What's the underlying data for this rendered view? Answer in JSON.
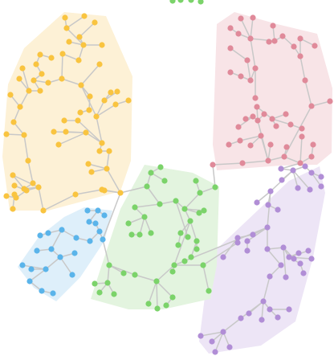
{
  "diagram": {
    "type": "clustered-tree-graph",
    "groups": [
      {
        "id": "yellow",
        "node_color": "#f9c440",
        "hull_color": "#fdf1d6"
      },
      {
        "id": "red",
        "node_color": "#e08a9a",
        "hull_color": "#f8e4e7"
      },
      {
        "id": "purple",
        "node_color": "#b18ed6",
        "hull_color": "#ede5f6"
      },
      {
        "id": "green",
        "node_color": "#7bd36a",
        "hull_color": "#e3f4df"
      },
      {
        "id": "blue",
        "node_color": "#5ab4ea",
        "hull_color": "#deeffa"
      }
    ],
    "edge_color": "#c8c8c8"
  }
}
